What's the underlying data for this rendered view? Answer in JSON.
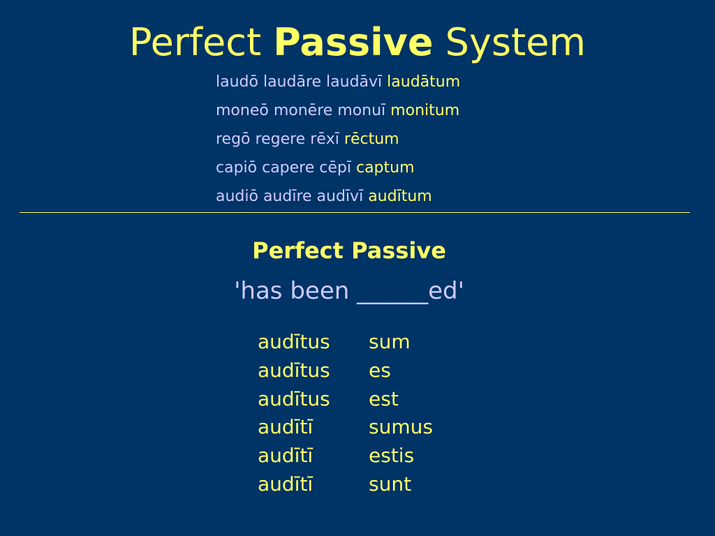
{
  "slide": {
    "title": {
      "prefix": "Perfect",
      "bold": "Passive",
      "suffix": "System"
    },
    "principal_parts": [
      {
        "forms": "laudō laudāre laudāvī",
        "supine": "laudātum"
      },
      {
        "forms": "moneō monēre monuī",
        "supine": "monitum"
      },
      {
        "forms": "regō regere rēxī",
        "supine": "rēctum"
      },
      {
        "forms": "capiō capere cēpī",
        "supine": "captum"
      },
      {
        "forms": "audiō audīre audīvī",
        "supine": "audītum"
      }
    ],
    "subheading": "Perfect Passive",
    "meaning": "'has been ______ed'",
    "conjugation": [
      {
        "participle": "audītus",
        "verb": "sum"
      },
      {
        "participle": "audītus",
        "verb": "es"
      },
      {
        "participle": "audītus",
        "verb": "est"
      },
      {
        "participle": "audītī",
        "verb": "sumus"
      },
      {
        "participle": "audītī",
        "verb": "estis"
      },
      {
        "participle": "audītī",
        "verb": "sunt"
      }
    ],
    "colors": {
      "background": "#003366",
      "highlight": "#ffff66",
      "text": "#ccccff"
    }
  }
}
